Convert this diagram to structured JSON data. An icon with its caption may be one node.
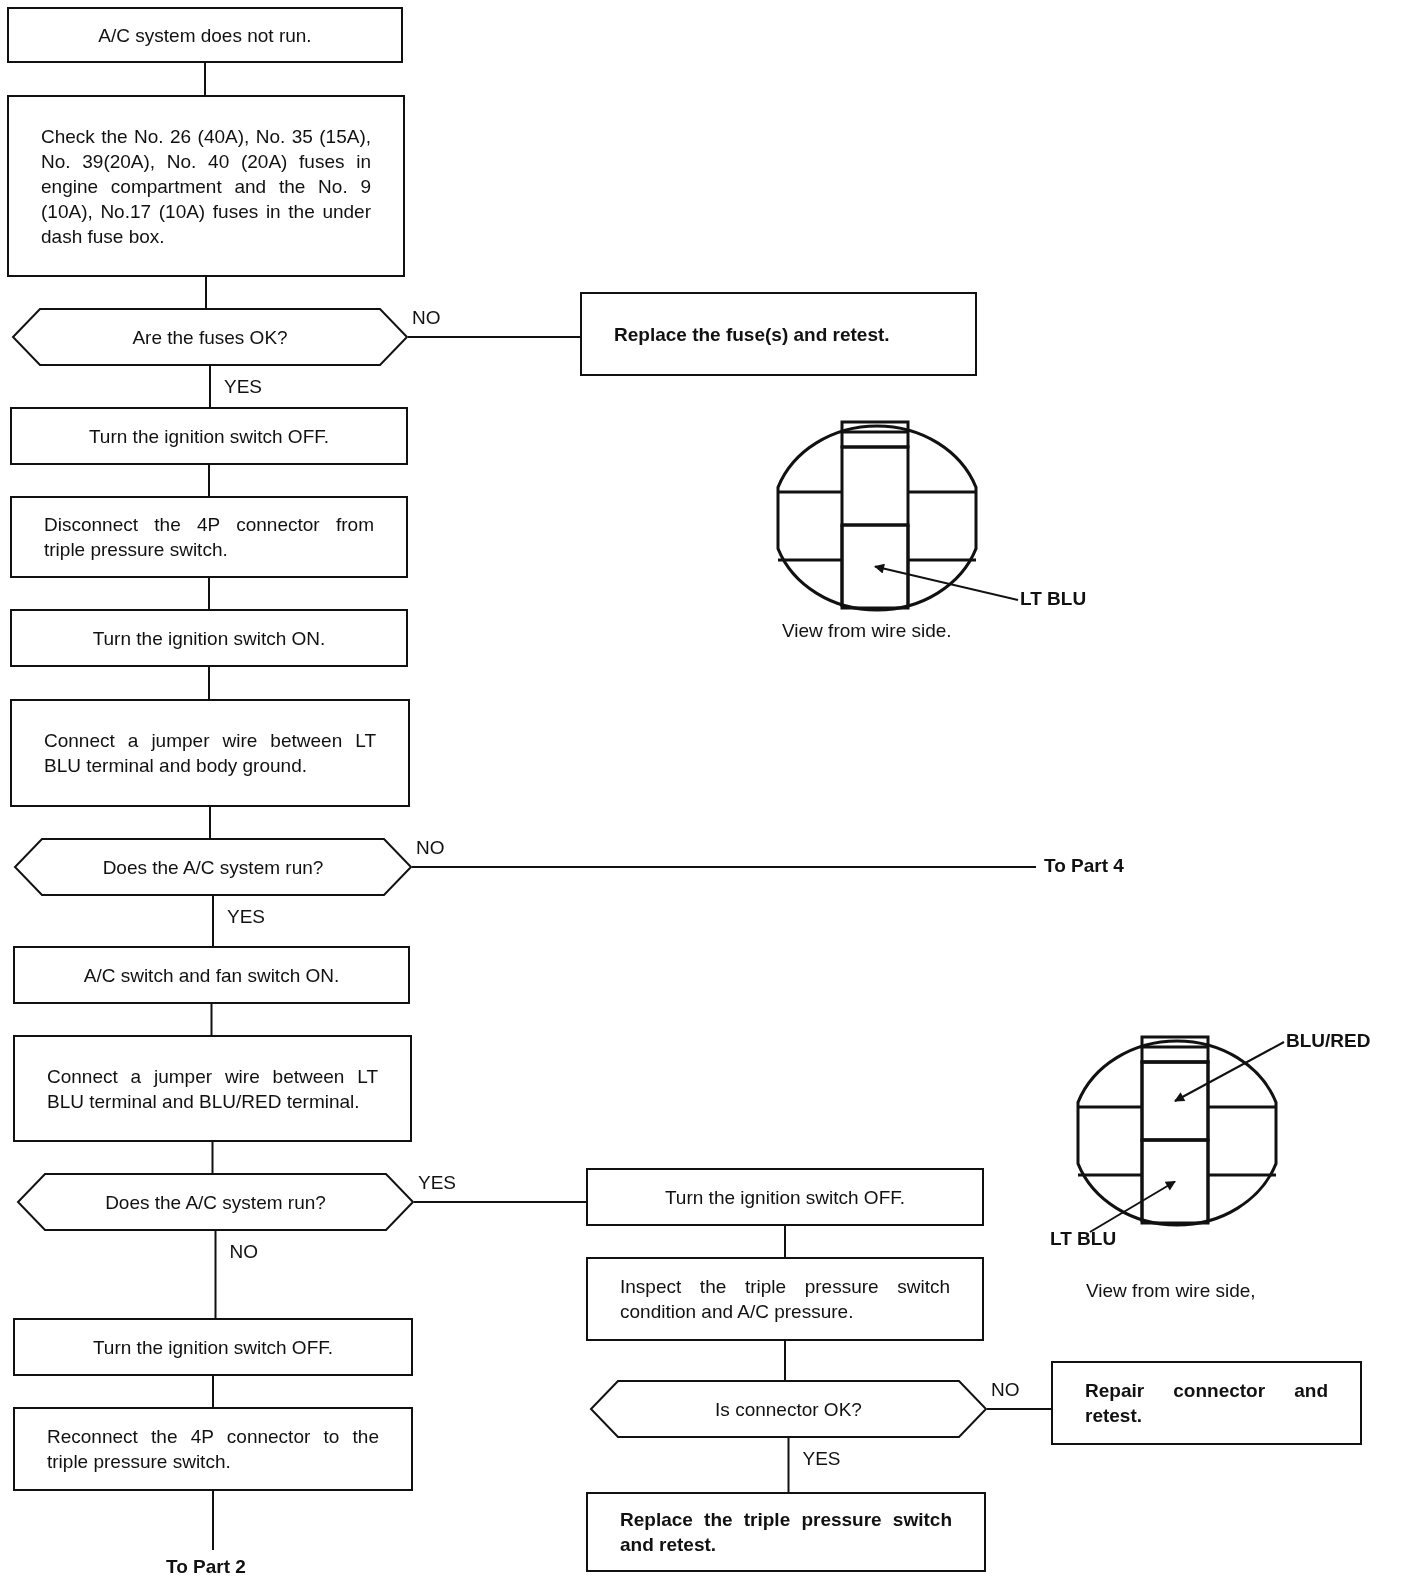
{
  "diagram": {
    "nodes": [
      {
        "text": [
          "A/C system does not run."
        ]
      },
      {
        "text": [
          "Check the No. 26 (40A), No. 35 (15A), No. 39(20A), No. 40 (20A) fuses in engine compartment and the No. 9 (10A), No.17 (10A) fuses in the under dash fuse box."
        ]
      },
      {
        "text": [
          "Are the fuses OK?"
        ]
      },
      {
        "text": [
          "Replace the fuse(s) and retest."
        ]
      },
      {
        "text": [
          "Turn the ignition switch OFF."
        ]
      },
      {
        "text": [
          "Disconnect the 4P connector from triple pressure switch."
        ]
      },
      {
        "text": [
          "Turn the ignition switch ON."
        ]
      },
      {
        "text": [
          "Connect a jumper wire between LT BLU terminal and body ground."
        ]
      },
      {
        "text": [
          "Does the A/C system run?"
        ]
      },
      {
        "text": [
          "To Part 4"
        ]
      },
      {
        "text": [
          "A/C switch and fan switch ON."
        ]
      },
      {
        "text": [
          "Connect a jumper wire between LT BLU terminal and BLU/RED terminal."
        ]
      },
      {
        "text": [
          "Does the A/C system run?"
        ]
      },
      {
        "text": [
          "Turn the ignition switch OFF."
        ]
      },
      {
        "text": [
          "Inspect the triple pressure switch condition and A/C pressure."
        ]
      },
      {
        "text": [
          "Is connector OK?"
        ]
      },
      {
        "text": [
          "Repair connector and retest."
        ]
      },
      {
        "text": [
          "Replace the triple pressure switch and retest."
        ]
      },
      {
        "text": [
          "Turn the ignition switch OFF."
        ]
      },
      {
        "text": [
          "Reconnect the 4P connector to the triple pressure switch."
        ]
      },
      {
        "text": [
          "To Part 2"
        ]
      },
      {
        "text": [
          "LT BLU"
        ]
      },
      {
        "text": [],
        "shape": "box"
      },
      {
        "text": [
          "BLU/RED"
        ]
      },
      {
        "text": [],
        "shape": "box"
      },
      {
        "text": [
          "LT BLU"
        ]
      },
      {
        "text": [],
        "shape": "box"
      }
    ],
    "edges": [
      {
        "from": 0,
        "to": 1,
        "arrow": "none"
      },
      {
        "from": 1,
        "to": 2,
        "arrow": "none"
      },
      {
        "from": 2,
        "to": 3,
        "arrow": "none",
        "label": "NO"
      },
      {
        "from": 2,
        "to": 4,
        "arrow": "none",
        "label": "YES"
      },
      {
        "from": 4,
        "to": 5,
        "arrow": "none"
      },
      {
        "from": 5,
        "to": 6,
        "arrow": "none"
      },
      {
        "from": 6,
        "to": 7,
        "arrow": "none"
      },
      {
        "from": 7,
        "to": 8,
        "arrow": "none"
      },
      {
        "from": 8,
        "to": 9,
        "arrow": "none",
        "label": "NO"
      },
      {
        "from": 8,
        "to": 10,
        "arrow": "none",
        "label": "YES"
      },
      {
        "from": 10,
        "to": 11,
        "arrow": "none"
      },
      {
        "from": 11,
        "to": 12,
        "arrow": "none"
      },
      {
        "from": 12,
        "to": 13,
        "arrow": "none",
        "label": "YES"
      },
      {
        "from": 13,
        "to": 14,
        "arrow": "none"
      },
      {
        "from": 14,
        "to": 15,
        "arrow": "none"
      },
      {
        "from": 15,
        "to": 16,
        "arrow": "none",
        "label": "NO"
      },
      {
        "from": 15,
        "to": 17,
        "arrow": "none",
        "label": "YES"
      },
      {
        "from": 12,
        "to": 18,
        "arrow": "none",
        "label": "NO"
      },
      {
        "from": 18,
        "to": 19,
        "arrow": "none"
      },
      {
        "from": 19,
        "to": 20,
        "arrow": "none"
      },
      {
        "from": 21,
        "to": 22,
        "arrow": "to"
      },
      {
        "from": 23,
        "to": 24,
        "arrow": "to"
      },
      {
        "from": 25,
        "to": 26,
        "arrow": "to"
      }
    ],
    "labels": [
      "View from wire side.",
      "View from wire side,"
    ]
  }
}
